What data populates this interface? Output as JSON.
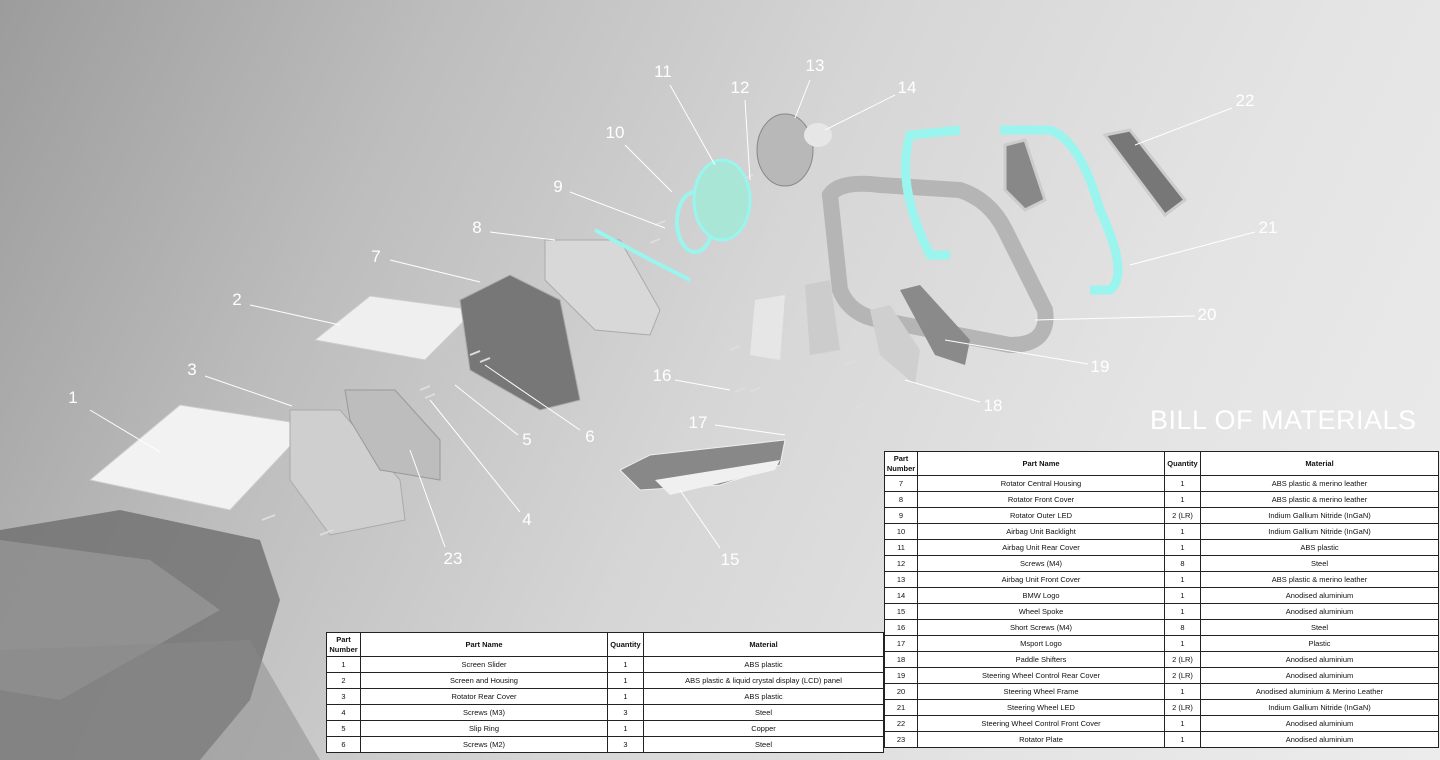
{
  "title": "BILL OF MATERIALS",
  "colors": {
    "led": "#9af5ee",
    "label": "#ffffff"
  },
  "callouts": [
    "1",
    "2",
    "3",
    "4",
    "5",
    "6",
    "7",
    "8",
    "9",
    "10",
    "11",
    "12",
    "13",
    "14",
    "15",
    "16",
    "17",
    "18",
    "19",
    "20",
    "21",
    "22",
    "23"
  ],
  "table_headers": [
    "Part Number",
    "Part Name",
    "Quantity",
    "Material"
  ],
  "bom_left": [
    [
      "1",
      "Screen Slider",
      "1",
      "ABS plastic"
    ],
    [
      "2",
      "Screen and Housing",
      "1",
      "ABS plastic & liquid crystal display (LCD) panel"
    ],
    [
      "3",
      "Rotator Rear Cover",
      "1",
      "ABS plastic"
    ],
    [
      "4",
      "Screws (M3)",
      "3",
      "Steel"
    ],
    [
      "5",
      "Slip Ring",
      "1",
      "Copper"
    ],
    [
      "6",
      "Screws (M2)",
      "3",
      "Steel"
    ]
  ],
  "bom_right": [
    [
      "7",
      "Rotator Central Housing",
      "1",
      "ABS plastic & merino leather"
    ],
    [
      "8",
      "Rotator Front Cover",
      "1",
      "ABS plastic & merino leather"
    ],
    [
      "9",
      "Rotator Outer LED",
      "2 (LR)",
      "Indium Gallium Nitride (InGaN)"
    ],
    [
      "10",
      "Airbag Unit Backlight",
      "1",
      "Indium Gallium Nitride (InGaN)"
    ],
    [
      "11",
      "Airbag Unit Rear Cover",
      "1",
      "ABS plastic"
    ],
    [
      "12",
      "Screws (M4)",
      "8",
      "Steel"
    ],
    [
      "13",
      "Airbag Unit Front Cover",
      "1",
      "ABS plastic & merino leather"
    ],
    [
      "14",
      "BMW Logo",
      "1",
      "Anodised aluminium"
    ],
    [
      "15",
      "Wheel Spoke",
      "1",
      "Anodised aluminium"
    ],
    [
      "16",
      "Short Screws (M4)",
      "8",
      "Steel"
    ],
    [
      "17",
      "Msport Logo",
      "1",
      "Plastic"
    ],
    [
      "18",
      "Paddle Shifters",
      "2 (LR)",
      "Anodised aluminium"
    ],
    [
      "19",
      "Steering Wheel Control Rear Cover",
      "2 (LR)",
      "Anodised aluminium"
    ],
    [
      "20",
      "Steering Wheel Frame",
      "1",
      "Anodised aluminium & Merino Leather"
    ],
    [
      "21",
      "Steering Wheel LED",
      "2 (LR)",
      "Indium Gallium Nitride (InGaN)"
    ],
    [
      "22",
      "Steering Wheel Control Front Cover",
      "1",
      "Anodised aluminium"
    ],
    [
      "23",
      "Rotator Plate",
      "1",
      "Anodised aluminium"
    ]
  ]
}
